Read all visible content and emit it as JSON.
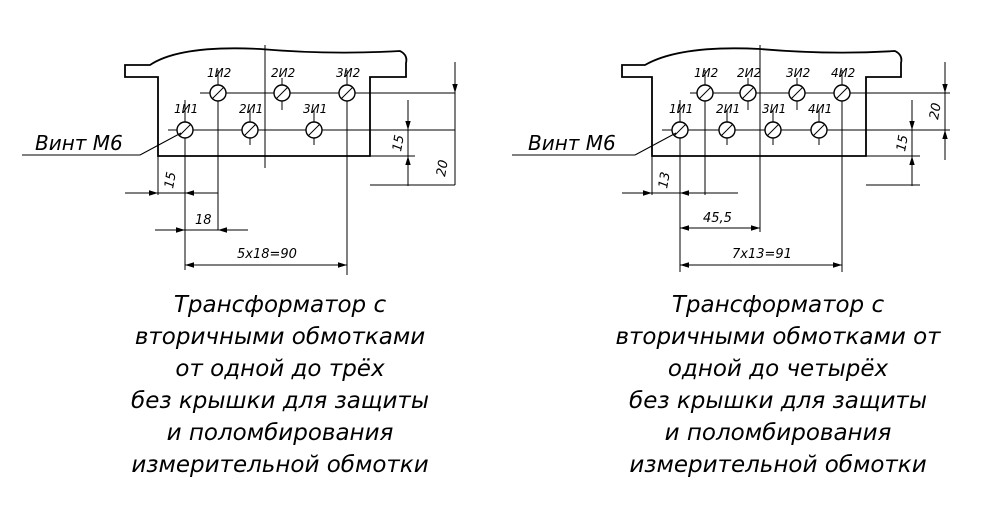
{
  "left": {
    "terminals": [
      "1И2",
      "2И2",
      "3И2",
      "1И1",
      "2И1",
      "3И1"
    ],
    "callout": "Винт М6",
    "dimensions": {
      "first_pitch": "15",
      "pitch": "18",
      "total": "5х18=90",
      "right_short": "15",
      "right_tall": "20"
    },
    "caption": [
      "Трансформатор с",
      "вторичными обмотками",
      "от одной до трёх",
      "без крышки для защиты",
      "и поломбирования",
      "измерительной обмотки"
    ]
  },
  "right": {
    "terminals": [
      "1И2",
      "2И2",
      "3И2",
      "4И2",
      "1И1",
      "2И1",
      "3И1",
      "4И1"
    ],
    "callout": "Винт М6",
    "dimensions": {
      "first_pitch": "13",
      "pitch": "45,5",
      "total": "7х13=91",
      "right_short": "15",
      "right_tall": "20"
    },
    "caption": [
      "Трансформатор с",
      "вторичными обмотками от",
      "одной до четырёх",
      "без крышки для защиты",
      "и поломбирования",
      "измерительной обмотки"
    ]
  }
}
